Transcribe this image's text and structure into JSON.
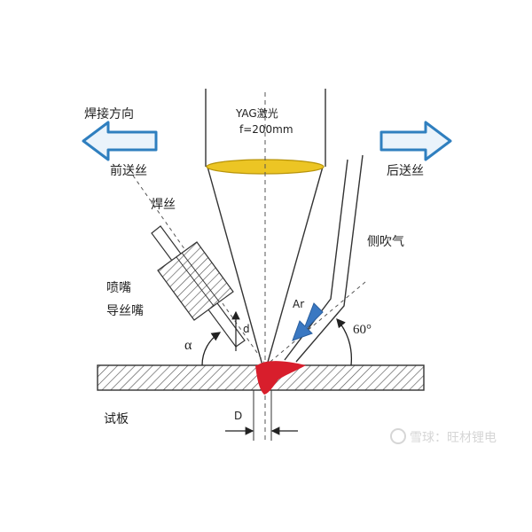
{
  "labels": {
    "weld_direction": "焊接方向",
    "front_feed": "前送丝",
    "rear_feed": "后送丝",
    "laser": "YAG激光",
    "focal": "f=200mm",
    "wire": "焊丝",
    "side_gas": "侧吹气",
    "nozzle": "喷嘴",
    "guide_nozzle": "导丝嘴",
    "argon": "Ar",
    "angle_deg": "60°",
    "alpha": "α",
    "distance_d": "d",
    "distance_D": "D",
    "test_plate": "试板"
  },
  "watermark": {
    "text": "雪球：旺材锂电"
  },
  "colors": {
    "arrow_blue": "#2f7fbf",
    "lens_yellow": "#e8c21a",
    "weld_red": "#d81e2c",
    "ar_arrow_blue": "#3a78c2",
    "line_dark": "#333333"
  }
}
